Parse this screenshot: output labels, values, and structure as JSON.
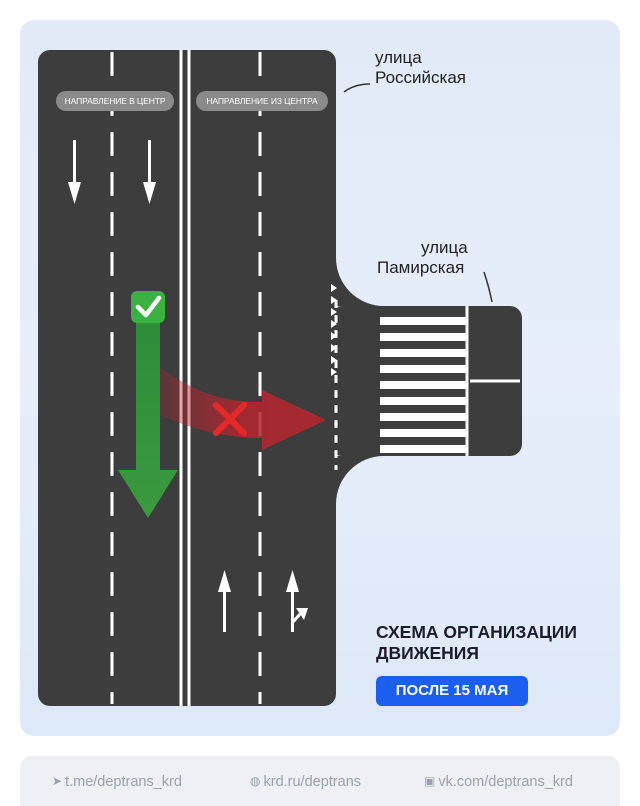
{
  "lanes": {
    "inbound_label": "НАПРАВЛЕНИЕ В ЦЕНТР",
    "outbound_label": "НАПРАВЛЕНИЕ ИЗ ЦЕНТРА"
  },
  "streets": {
    "main_line1": "улица",
    "main_line2": "Российская",
    "side_line1": "улица",
    "side_line2": "Памирская"
  },
  "caption": {
    "title_line1": "СХЕМА ОРГАНИЗАЦИИ",
    "title_line2": "ДВИЖЕНИЯ",
    "badge": "ПОСЛЕ 15 МАЯ"
  },
  "maneuvers": {
    "straight": {
      "status": "allowed",
      "icon": "check-mark-icon",
      "color": "#2e8b3a"
    },
    "right_turn": {
      "status": "forbidden",
      "icon": "cross-icon",
      "color": "#b3262f"
    }
  },
  "footer": {
    "telegram": "t.me/deptrans_krd",
    "site": "krd.ru/deptrans",
    "vk": "vk.com/deptrans_krd"
  },
  "colors": {
    "road": "#3d3d3d",
    "marking": "#ffffff",
    "accent": "#1c5ff0",
    "background": "#e4ecf9"
  }
}
